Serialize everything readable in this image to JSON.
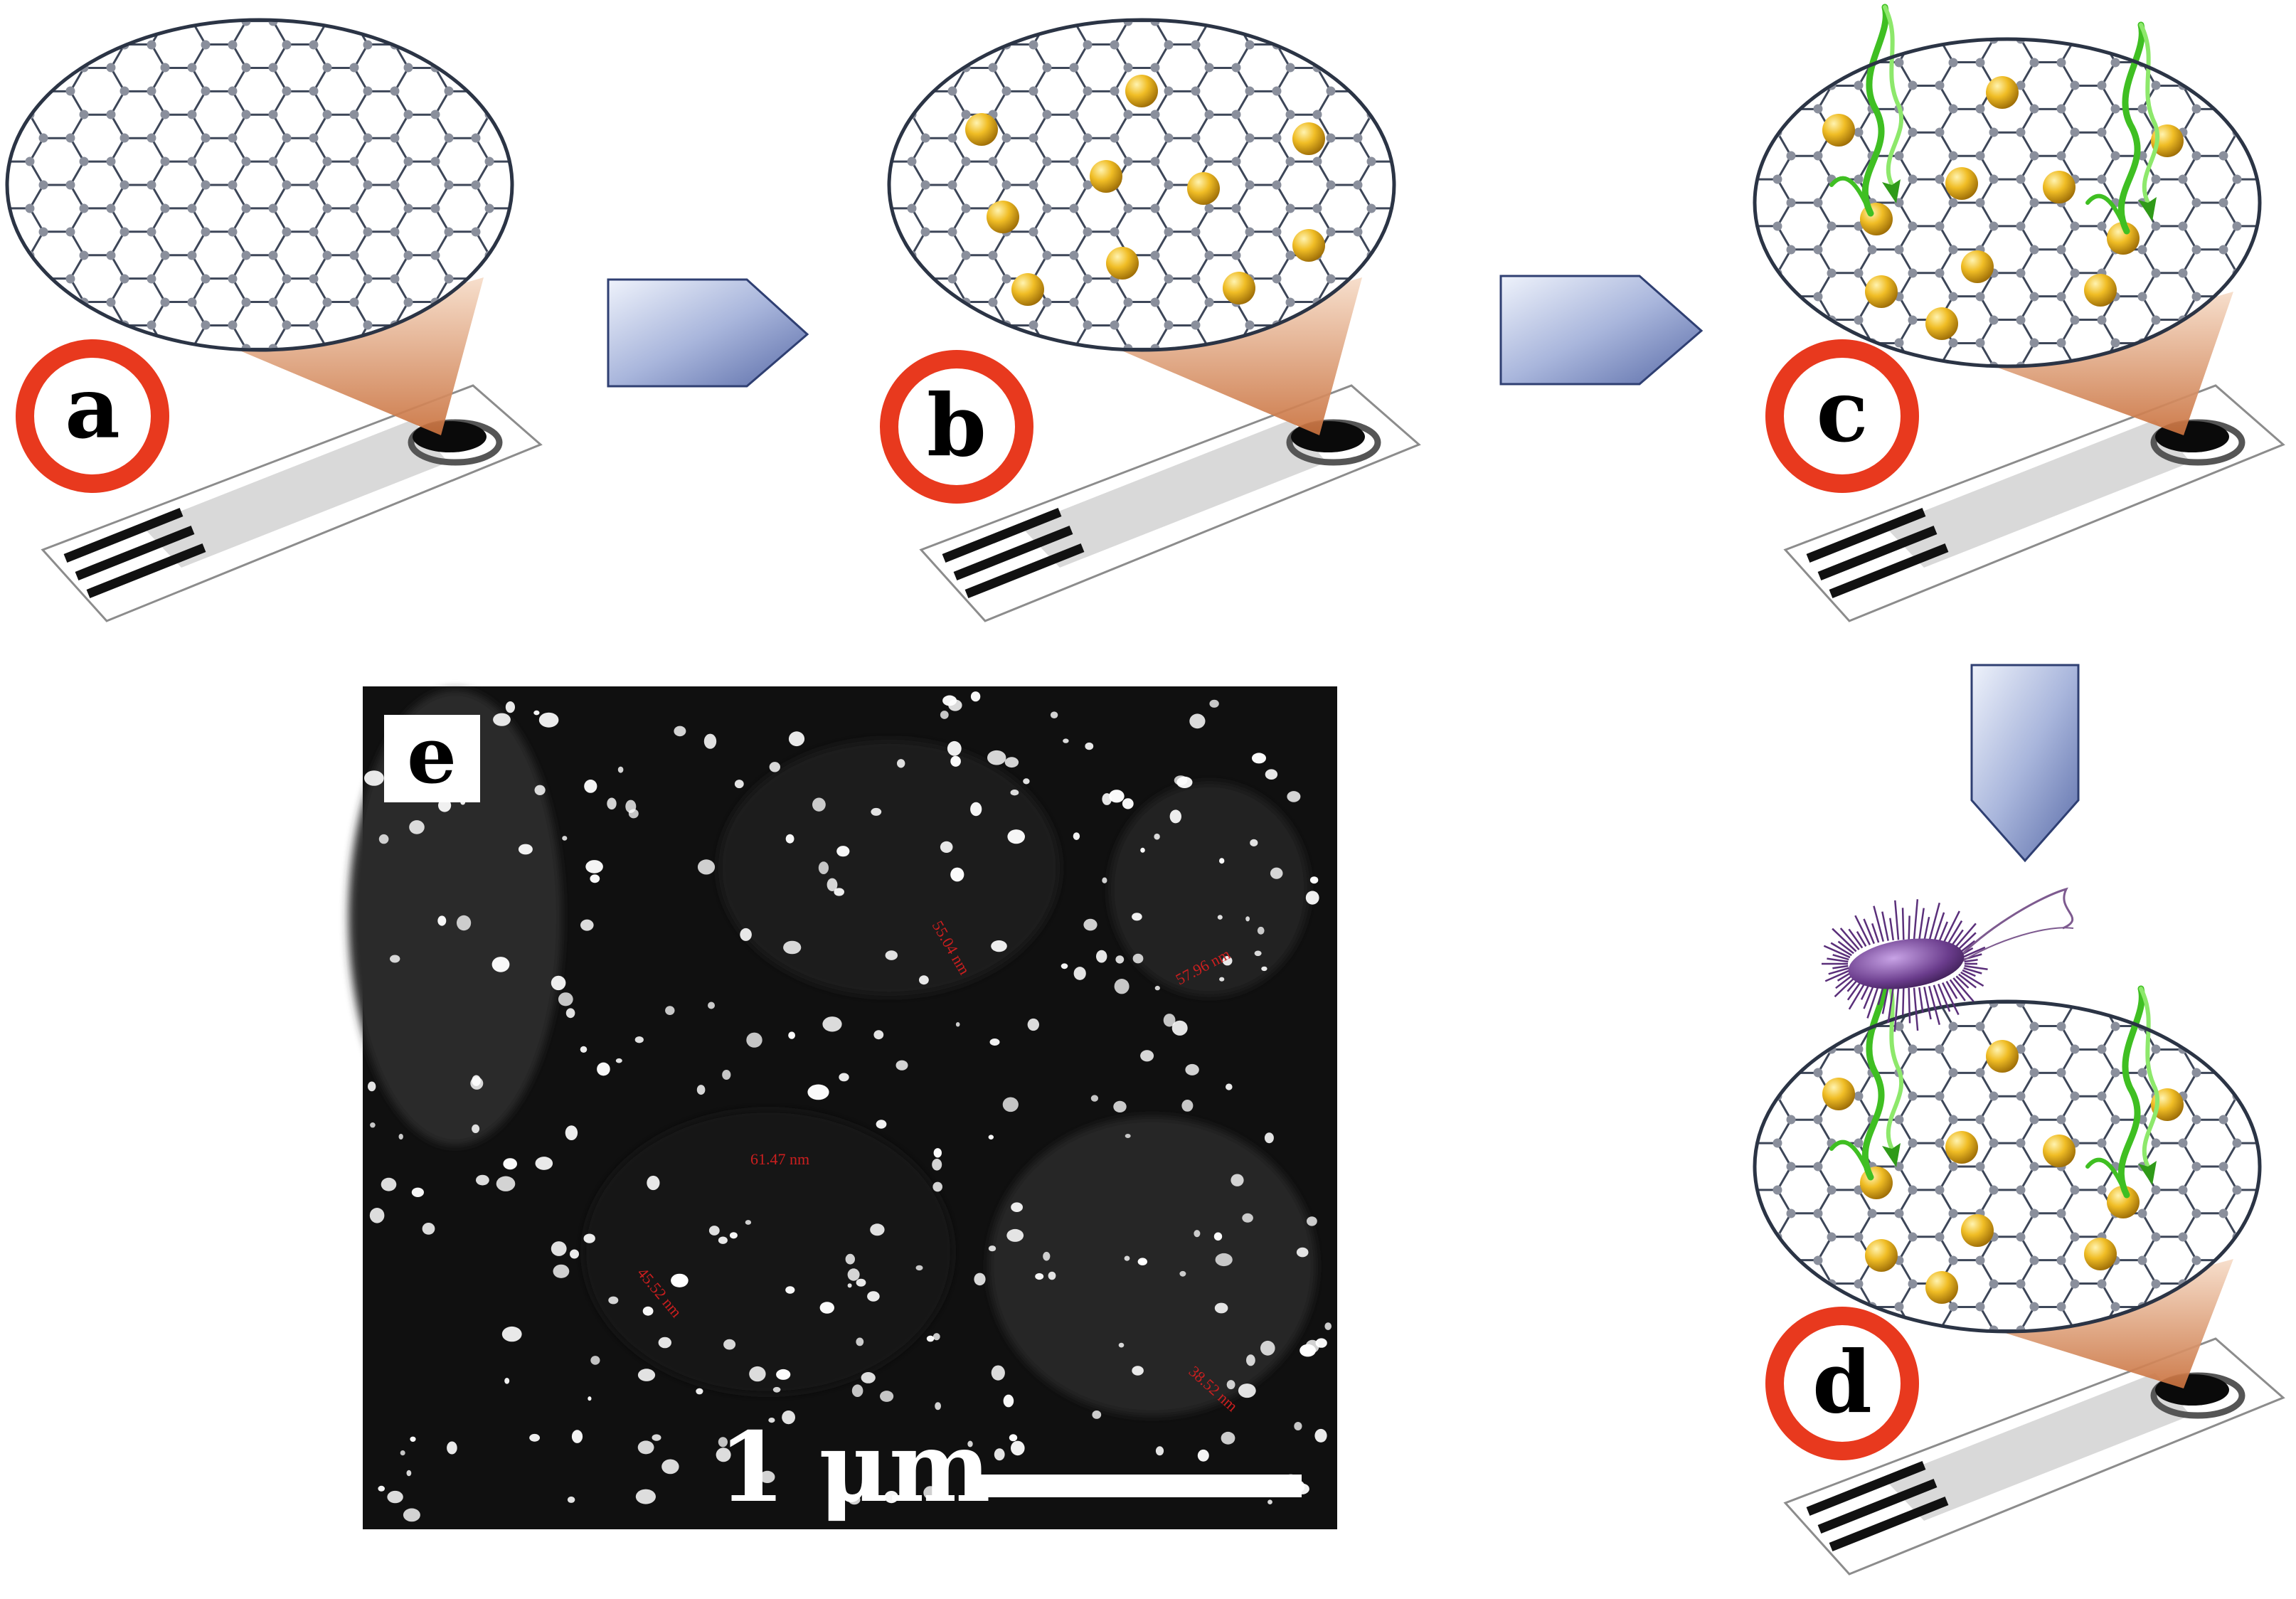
{
  "panels": [
    {
      "label": "a",
      "stage": "bare-graphene",
      "nanoparticles": false,
      "aptamers": false,
      "bacterium": false
    },
    {
      "label": "b",
      "stage": "graphene-with-gold-nanoparticles",
      "nanoparticles": true,
      "aptamers": false,
      "bacterium": false
    },
    {
      "label": "c",
      "stage": "gold-nanoparticles-with-aptamers",
      "nanoparticles": true,
      "aptamers": true,
      "bacterium": false
    },
    {
      "label": "d",
      "stage": "bacterium-capture",
      "nanoparticles": true,
      "aptamers": true,
      "bacterium": true
    }
  ],
  "sem": {
    "label": "e",
    "scalebar_text": "1 μm",
    "measurements": [
      "55.04 nm",
      "57.96 nm",
      "61.47 nm",
      "45.52 nm",
      "38.52 nm"
    ]
  },
  "colors": {
    "badge_ring": "#e8391e",
    "nanoparticle": "#e8b21c",
    "aptamer": "#3fbf22",
    "bacterium": "#6a3c8c",
    "arrow": "#8797c4",
    "cone": "#e7a77e",
    "annotation": "#cc1f1f"
  },
  "icons": {
    "arrow": "block-arrow-icon",
    "electrode": "screen-printed-electrode-icon",
    "lattice": "graphene-lattice-icon"
  }
}
